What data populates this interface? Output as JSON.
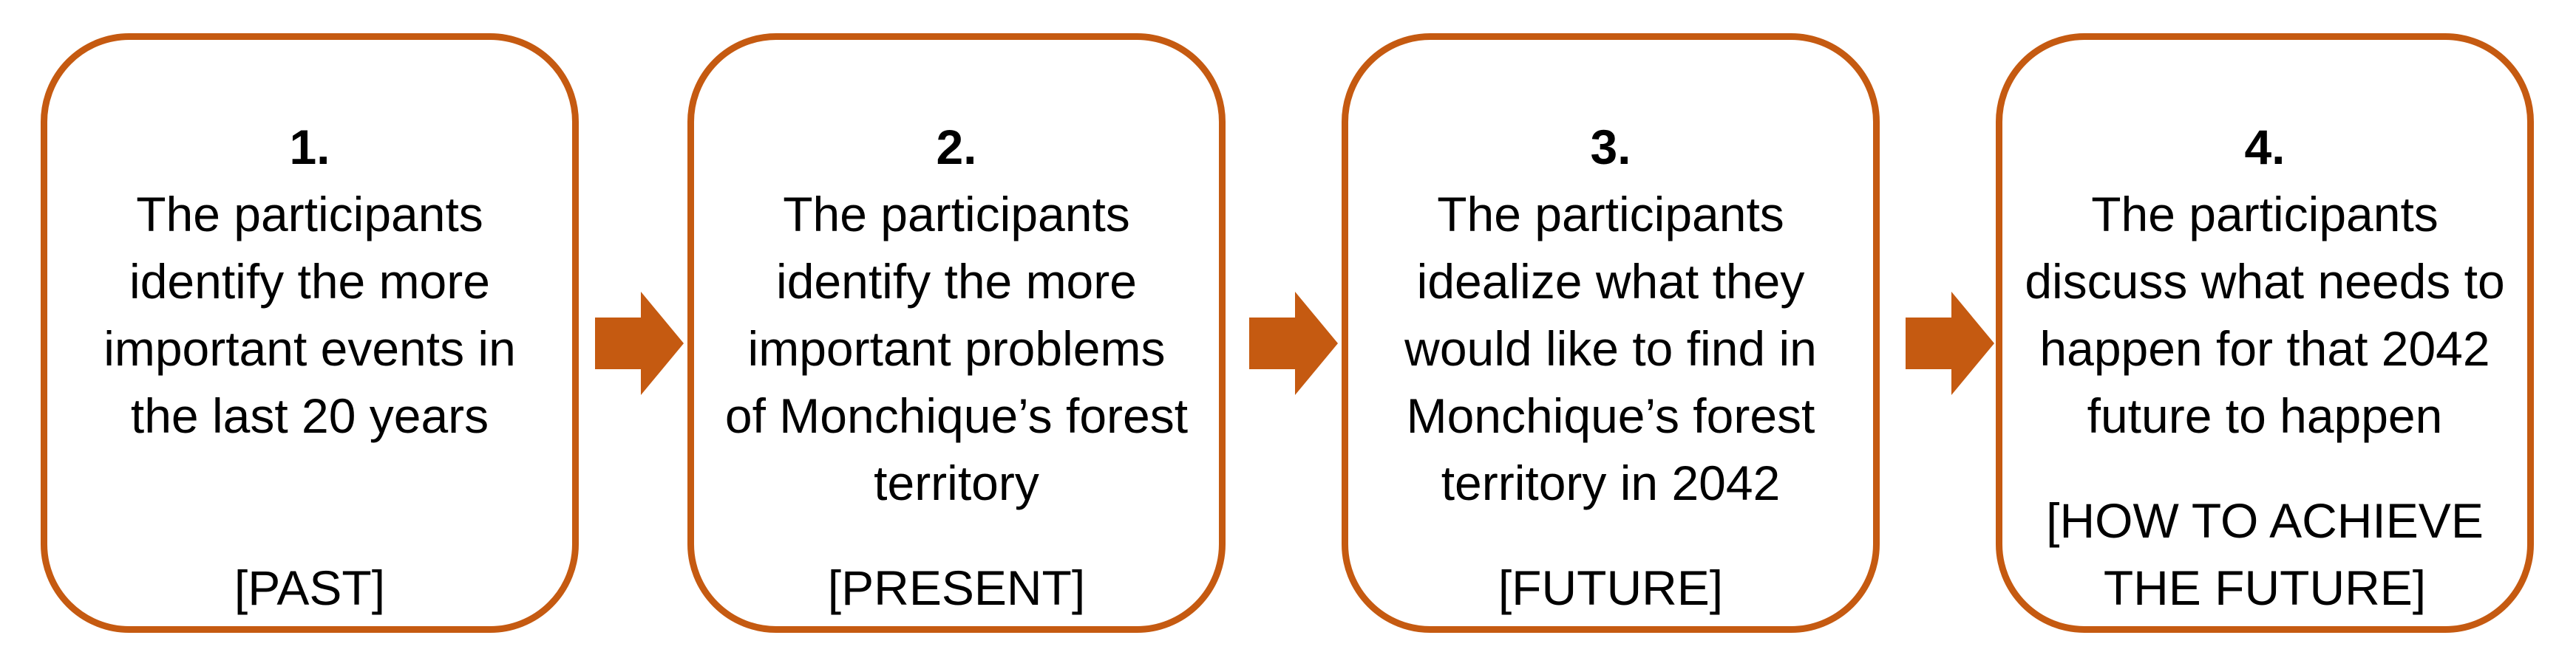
{
  "steps": [
    {
      "number": "1.",
      "lines": [
        "The participants",
        "identify the more",
        "important events in",
        "the last 20 years"
      ],
      "tag_lines": [
        "[PAST]"
      ]
    },
    {
      "number": "2.",
      "lines": [
        "The participants",
        "identify the more",
        "important problems",
        "of Monchique’s forest",
        "territory"
      ],
      "tag_lines": [
        "[PRESENT]"
      ]
    },
    {
      "number": "3.",
      "lines": [
        "The participants",
        "idealize what they",
        "would like to find in",
        "Monchique’s forest",
        "territory in 2042"
      ],
      "tag_lines": [
        "[FUTURE]"
      ]
    },
    {
      "number": "4.",
      "lines": [
        "The participants",
        "discuss what needs to",
        "happen for that 2042",
        "future to happen"
      ],
      "tag_lines": [
        "[HOW TO ACHIEVE",
        "THE FUTURE]"
      ]
    }
  ],
  "colors": {
    "accent": "#c55a11"
  }
}
